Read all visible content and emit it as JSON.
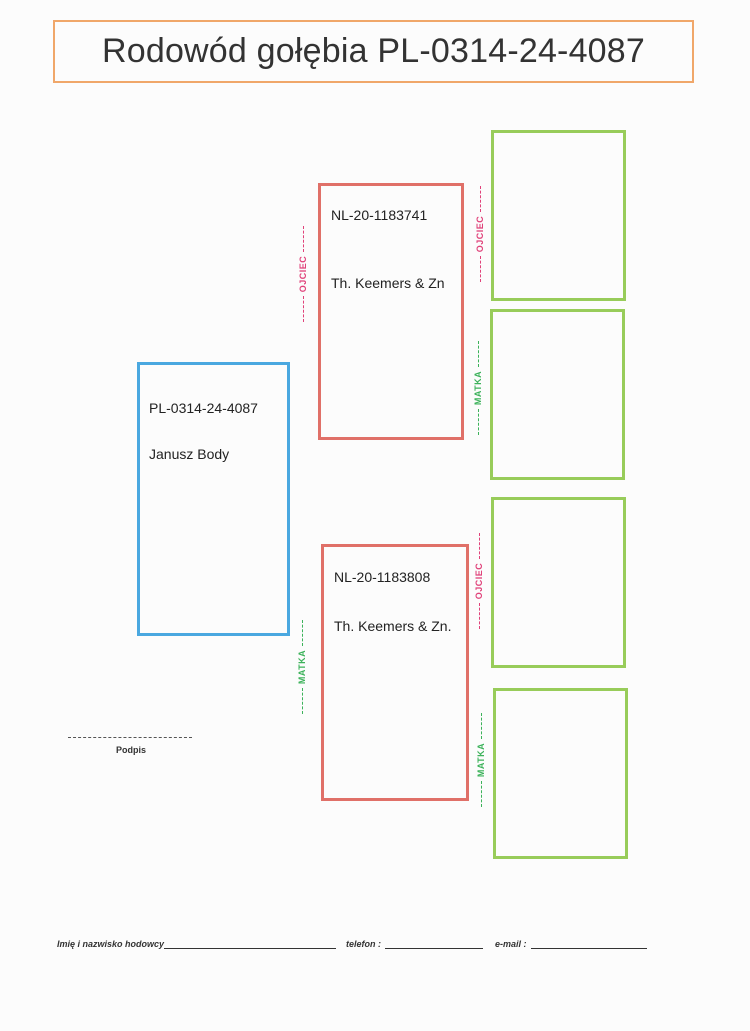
{
  "title": "Rodowód gołębia PL-0314-24-4087",
  "pigeon": {
    "ring": "PL-0314-24-4087",
    "owner": "Janusz Body"
  },
  "father": {
    "ring": "NL-20-1183741",
    "breeder": "Th. Keemers & Zn"
  },
  "mother": {
    "ring": "NL-20-1183808",
    "breeder": "Th. Keemers & Zn."
  },
  "labels": {
    "father": "OJCIEC",
    "mother": "MATKA"
  },
  "signature": {
    "label": "Podpis"
  },
  "footer": {
    "breeder_name_label": "Imię i nazwisko hodowcy",
    "phone_label": "telefon :",
    "email_label": "e-mail :"
  },
  "colors": {
    "title_border": "#f0a76a",
    "pigeon_border": "#4aa8e0",
    "parent_border": "#e07068",
    "grandparent_border": "#98cc5a",
    "father_label": "#e0427a",
    "mother_label": "#3cb25a"
  }
}
